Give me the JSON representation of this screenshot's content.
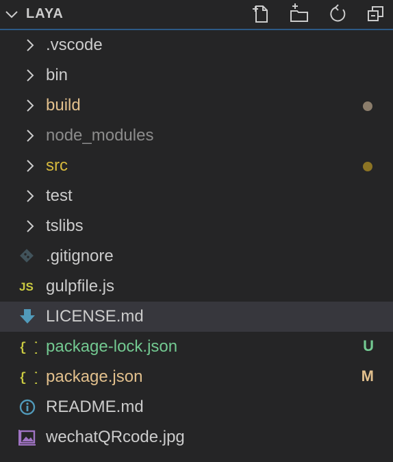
{
  "header": {
    "title": "LAYA"
  },
  "header_actions": [
    {
      "name": "new-file-icon"
    },
    {
      "name": "new-folder-icon"
    },
    {
      "name": "refresh-icon"
    },
    {
      "name": "collapse-all-icon"
    }
  ],
  "items": [
    {
      "label": ".vscode",
      "kind": "folder",
      "color": "#cccccc"
    },
    {
      "label": "bin",
      "kind": "folder",
      "color": "#cccccc"
    },
    {
      "label": "build",
      "kind": "folder",
      "color": "#e2c08d",
      "dot": "#8b7d6b"
    },
    {
      "label": "node_modules",
      "kind": "folder",
      "color": "#8c8c8c"
    },
    {
      "label": "src",
      "kind": "folder",
      "color": "#d7ba3d",
      "dot": "#8c7424"
    },
    {
      "label": "test",
      "kind": "folder",
      "color": "#cccccc"
    },
    {
      "label": "tslibs",
      "kind": "folder",
      "color": "#cccccc"
    },
    {
      "label": ".gitignore",
      "kind": "git-icon",
      "color": "#cccccc"
    },
    {
      "label": "gulpfile.js",
      "kind": "js-icon",
      "icon_text": "JS",
      "color": "#cccccc"
    },
    {
      "label": "LICENSE.md",
      "kind": "download-icon",
      "color": "#cccccc",
      "selected": true
    },
    {
      "label": "package-lock.json",
      "kind": "json-icon",
      "icon_text": "{ }",
      "color": "#73c991",
      "badge": "U",
      "badge_color": "#73c991"
    },
    {
      "label": "package.json",
      "kind": "json-icon",
      "icon_text": "{ }",
      "color": "#e2c08d",
      "badge": "M",
      "badge_color": "#e2c08d"
    },
    {
      "label": "README.md",
      "kind": "info-icon",
      "color": "#cccccc"
    },
    {
      "label": "wechatQRcode.jpg",
      "kind": "image-icon",
      "color": "#cccccc"
    }
  ]
}
